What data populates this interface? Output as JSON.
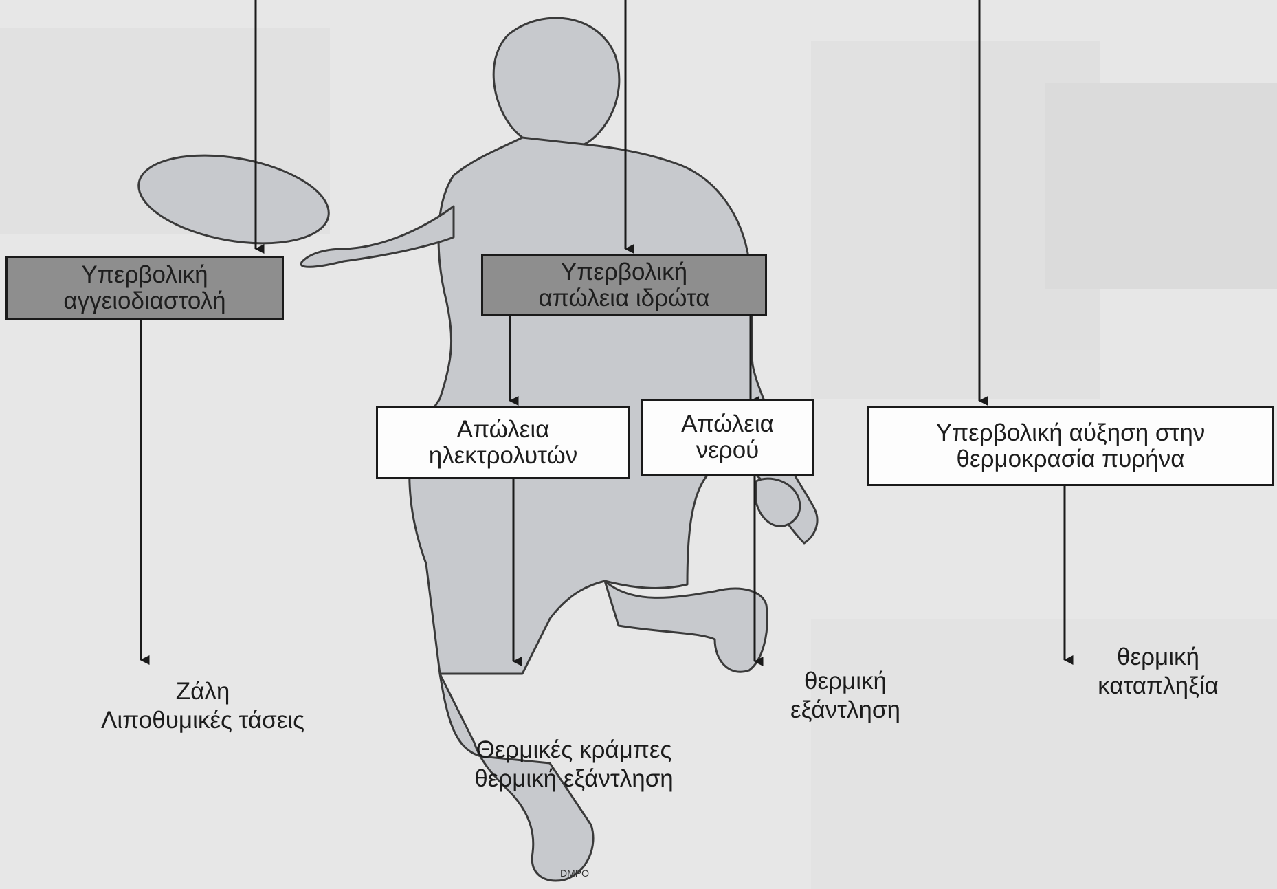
{
  "colors": {
    "background": "#e7e7e7",
    "body_fill": "#c7c9cd",
    "dark_box": "#8e8e8e",
    "light_box": "#fdfdfd",
    "lines": "#1a1a1a"
  },
  "boxes": {
    "vasodilation": {
      "line1": "Υπερβολική",
      "line2": "αγγειοδιαστολή"
    },
    "sweat_loss": {
      "line1": "Υπερβολική",
      "line2": "απώλεια ιδρώτα"
    },
    "electrolyte_loss": {
      "line1": "Απώλεια",
      "line2": "ηλεκτρολυτών"
    },
    "water_loss": {
      "line1": "Απώλεια",
      "line2": "νερού"
    },
    "core_temp": {
      "line1": "Υπερβολική αύξηση στην",
      "line2": "θερμοκρασία πυρήνα"
    }
  },
  "outcomes": {
    "dizziness": {
      "line1": "Ζάλη",
      "line2": "Λιποθυμικές τάσεις"
    },
    "cramps": {
      "line1": "Θερμικές κράμπες",
      "line2": "θερμική εξάντληση"
    },
    "exhaustion": {
      "line1": "θερμική",
      "line2": "εξάντληση"
    },
    "heatstroke": {
      "line1": "θερμική",
      "line2": "καταπληξία"
    }
  },
  "figure": {
    "signature": "DMPO"
  }
}
